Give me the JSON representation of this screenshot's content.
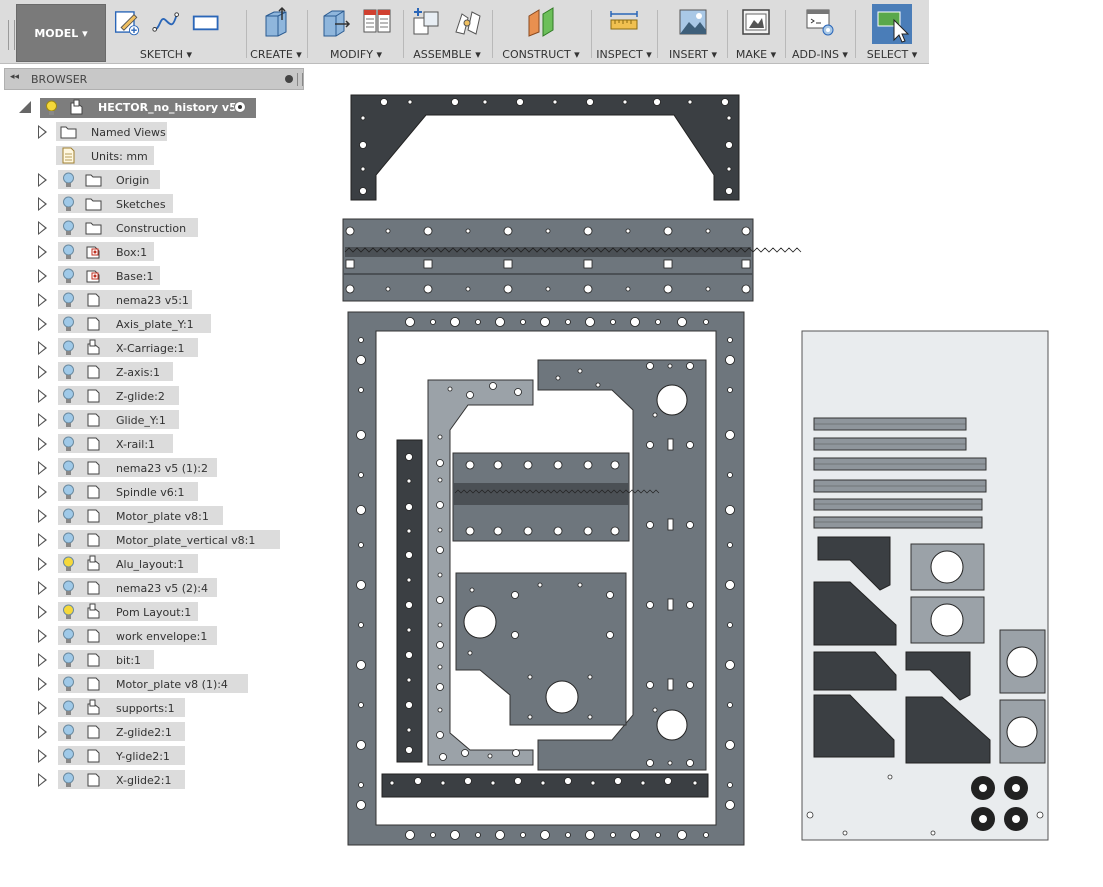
{
  "toolbar": {
    "model_label": "MODEL ▾",
    "groups": {
      "sketch": "SKETCH ▾",
      "create": "CREATE ▾",
      "modify": "MODIFY ▾",
      "assemble": "ASSEMBLE ▾",
      "construct": "CONSTRUCT ▾",
      "inspect": "INSPECT ▾",
      "insert": "INSERT ▾",
      "make": "MAKE ▾",
      "addins": "ADD-INS ▾",
      "select": "SELECT ▾"
    }
  },
  "browser": {
    "collapse_glyph": "◂◂",
    "title": "BROWSER",
    "root": {
      "label": "HECTOR_no_history v5"
    },
    "items": [
      {
        "label": "Named Views",
        "icon": "folder-icon",
        "bulb": "none",
        "expandable": true
      },
      {
        "label": "Units: mm",
        "icon": "document-icon",
        "bulb": "none",
        "expandable": false
      },
      {
        "label": "Origin",
        "icon": "folder-icon",
        "bulb": "blue",
        "expandable": true
      },
      {
        "label": "Sketches",
        "icon": "folder-icon",
        "bulb": "blue",
        "expandable": true
      },
      {
        "label": "Construction",
        "icon": "folder-icon",
        "bulb": "blue",
        "expandable": true
      },
      {
        "label": "Box:1",
        "icon": "component-red-icon",
        "bulb": "blue",
        "expandable": true
      },
      {
        "label": "Base:1",
        "icon": "component-red-icon",
        "bulb": "blue",
        "expandable": true
      },
      {
        "label": "nema23 v5:1",
        "icon": "component-icon",
        "bulb": "blue",
        "expandable": true
      },
      {
        "label": "Axis_plate_Y:1",
        "icon": "component-icon",
        "bulb": "blue",
        "expandable": true
      },
      {
        "label": "X-Carriage:1",
        "icon": "assembly-icon",
        "bulb": "blue",
        "expandable": true
      },
      {
        "label": "Z-axis:1",
        "icon": "component-icon",
        "bulb": "blue",
        "expandable": true
      },
      {
        "label": "Z-glide:2",
        "icon": "component-icon",
        "bulb": "blue",
        "expandable": true
      },
      {
        "label": "Glide_Y:1",
        "icon": "component-icon",
        "bulb": "blue",
        "expandable": true
      },
      {
        "label": "X-rail:1",
        "icon": "component-icon",
        "bulb": "blue",
        "expandable": true
      },
      {
        "label": "nema23 v5 (1):2",
        "icon": "component-icon",
        "bulb": "blue",
        "expandable": true
      },
      {
        "label": "Spindle v6:1",
        "icon": "component-icon",
        "bulb": "blue",
        "expandable": true
      },
      {
        "label": "Motor_plate v8:1",
        "icon": "component-icon",
        "bulb": "blue",
        "expandable": true
      },
      {
        "label": "Motor_plate_vertical v8:1",
        "icon": "component-icon",
        "bulb": "blue",
        "expandable": true
      },
      {
        "label": "Alu_layout:1",
        "icon": "assembly-icon",
        "bulb": "yellow",
        "expandable": true
      },
      {
        "label": "nema23 v5 (2):4",
        "icon": "component-icon",
        "bulb": "blue",
        "expandable": true
      },
      {
        "label": "Pom Layout:1",
        "icon": "assembly-icon",
        "bulb": "yellow",
        "expandable": true
      },
      {
        "label": "work envelope:1",
        "icon": "component-icon",
        "bulb": "blue",
        "expandable": true
      },
      {
        "label": "bit:1",
        "icon": "component-icon",
        "bulb": "blue",
        "expandable": true
      },
      {
        "label": "Motor_plate v8 (1):4",
        "icon": "component-icon",
        "bulb": "blue",
        "expandable": true
      },
      {
        "label": "supports:1",
        "icon": "assembly-icon",
        "bulb": "blue",
        "expandable": true
      },
      {
        "label": "Z-glide2:1",
        "icon": "component-icon",
        "bulb": "blue",
        "expandable": true
      },
      {
        "label": "Y-glide2:1",
        "icon": "component-icon",
        "bulb": "blue",
        "expandable": true
      },
      {
        "label": "X-glide2:1",
        "icon": "component-icon",
        "bulb": "blue",
        "expandable": true
      }
    ]
  },
  "colors": {
    "part_dark": "#3b3f43",
    "part_mid": "#6e767d",
    "part_light": "#9ba2a8",
    "sheet": "#e9ecee",
    "bulb_blue": "#9fc9e8",
    "bulb_yellow": "#f5d83a"
  }
}
